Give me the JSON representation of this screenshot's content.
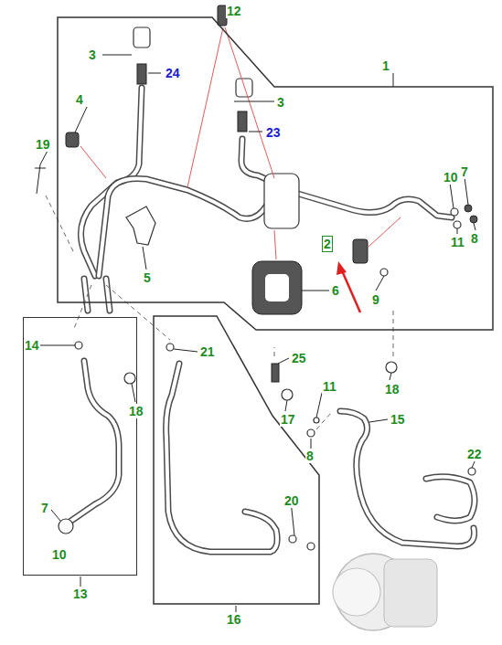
{
  "diagram": {
    "nodes": [
      {
        "text": [
          "1"
        ]
      },
      {
        "text": [
          "13"
        ]
      },
      {
        "text": [
          "16"
        ]
      },
      {
        "text": [
          "2"
        ],
        "in": 0
      }
    ],
    "labels": [
      "12",
      "3",
      "24",
      "4",
      "3",
      "23",
      "19",
      "7",
      "10",
      "11",
      "8",
      "5",
      "6",
      "9",
      "14",
      "21",
      "25",
      "18",
      "18",
      "11",
      "17",
      "15",
      "8",
      "22",
      "7",
      "20",
      "10"
    ]
  }
}
